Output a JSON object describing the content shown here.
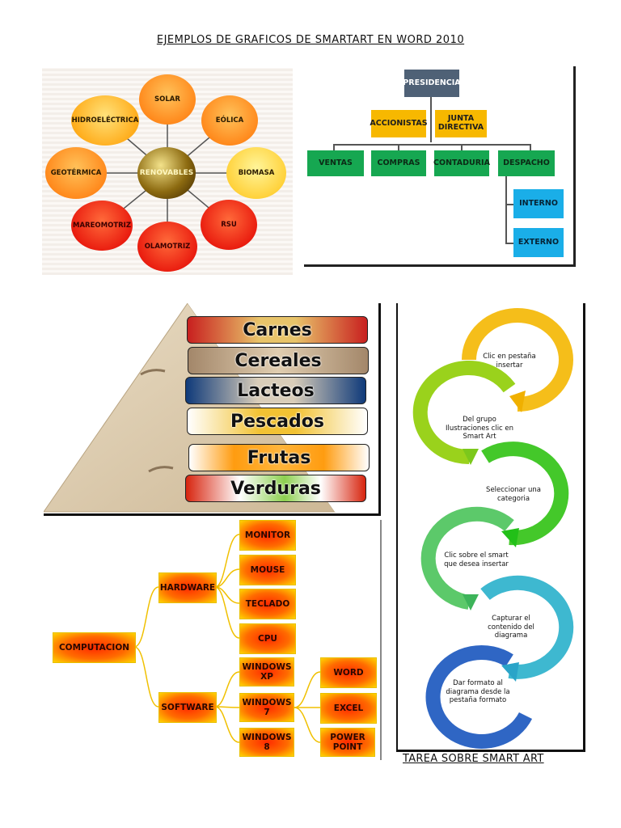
{
  "header": {
    "title": "EJEMPLOS DE GRAFICOS DE SMARTART EN WORD 2010"
  },
  "footer": {
    "label": "TAREA SOBRE SMART ART"
  },
  "renewables": {
    "center": "RENOVABLES",
    "items": [
      "SOLAR",
      "EÓLICA",
      "BIOMASA",
      "RSU",
      "OLAMOTRIZ",
      "MAREOMOTRIZ",
      "GEOTÉRMICA",
      "HIDROELÉCTRICA"
    ]
  },
  "org_chart": {
    "top": "PRESIDENCIA",
    "level2": [
      "ACCIONISTAS",
      "JUNTA DIRECTIVA"
    ],
    "level3": [
      "VENTAS",
      "COMPRAS",
      "CONTADURIA",
      "DESPACHO"
    ],
    "sub": [
      "INTERNO",
      "EXTERNO"
    ]
  },
  "pyramid": {
    "bands": [
      "Carnes",
      "Cereales",
      "Lacteos",
      "Pescados",
      "Frutas",
      "Verduras"
    ]
  },
  "computer_tree": {
    "root": "COMPUTACION",
    "branches": [
      "HARDWARE",
      "SOFTWARE"
    ],
    "hardware": [
      "MONITOR",
      "MOUSE",
      "TECLADO",
      "CPU"
    ],
    "software": [
      "WINDOWS XP",
      "WINDOWS 7",
      "WINDOWS 8"
    ],
    "windows7": [
      "WORD",
      "EXCEL",
      "POWER POINT"
    ]
  },
  "cycle": {
    "steps": [
      "Clic en pestaña insertar",
      "Del grupo Ilustraciones clic en Smart Art",
      "Seleccionar una categoria",
      "Clic sobre el smart que desea insertar",
      "Capturar el contenido del diagrama",
      "Dar formato al diagrama desde la pestaña formato"
    ]
  }
}
